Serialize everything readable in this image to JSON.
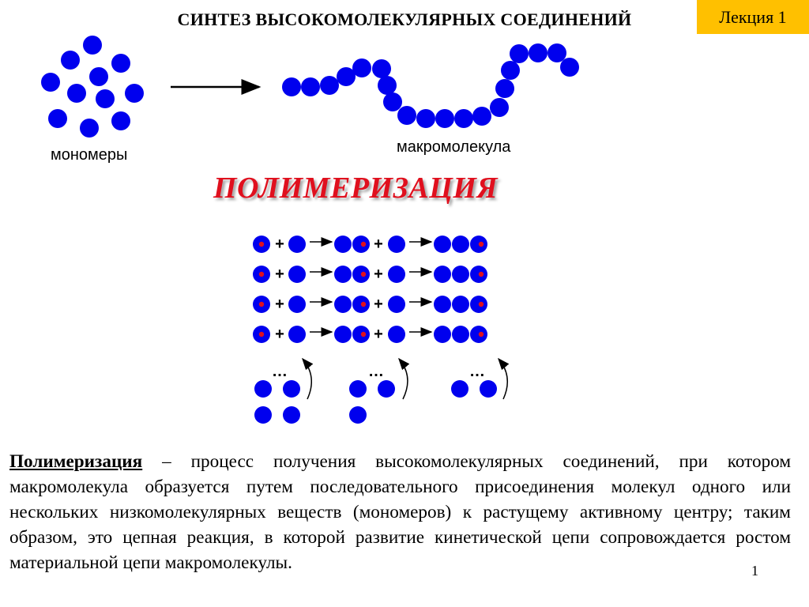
{
  "slide": {
    "title": "СИНТЕЗ ВЫСОКОМОЛЕКУЛЯРНЫХ СОЕДИНЕНИЙ",
    "lecture_badge": "Лекция 1",
    "page_number": "1"
  },
  "diagram": {
    "monomers_label": "мономеры",
    "macromolecule_label": "макромолекула",
    "process_name": "ПОЛИМЕРИЗАЦИЯ",
    "plus_sign": "+",
    "ellipsis": "…",
    "colors": {
      "monomer": "#0000ee",
      "active_center": "#e0101e",
      "process_name": "#e0101e",
      "badge": "#ffc000"
    },
    "reaction_rows": 4
  },
  "definition": {
    "term": "Полимеризация",
    "text": " – процесс получения высокомолекулярных соединений, при котором макромолекула образуется путем последовательного присоединения молекул одного или нескольких низкомолекулярных веществ (мономеров) к растущему активному центру; таким образом, это цепная реакция, в которой развитие кинетической цепи сопровождается ростом материальной цепи макромолекулы."
  }
}
